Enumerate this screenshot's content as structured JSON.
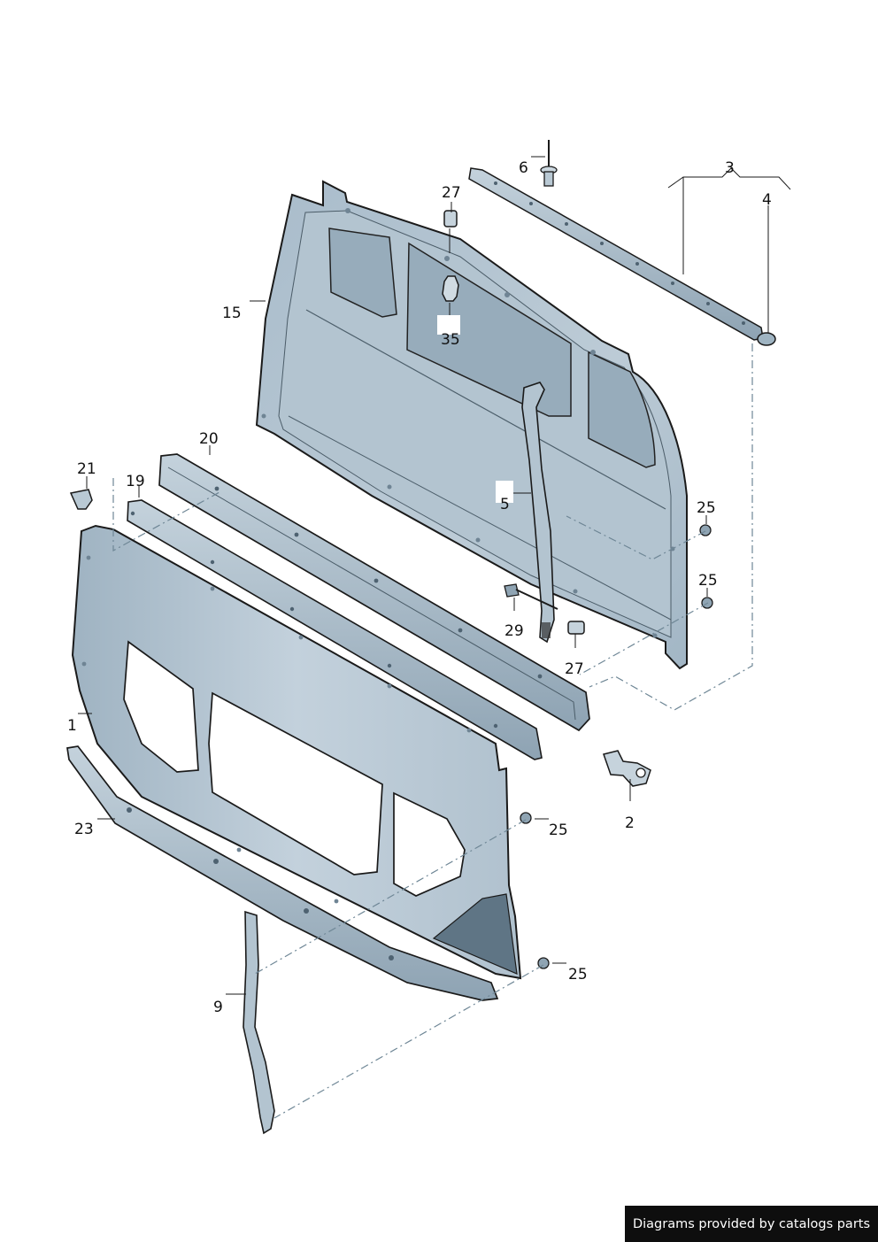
{
  "diagram": {
    "parts": {
      "p1": "1",
      "p2": "2",
      "p3": "3",
      "p4": "4",
      "p5": "5",
      "p6": "6",
      "p9": "9",
      "p15": "15",
      "p19": "19",
      "p20": "20",
      "p21": "21",
      "p23": "23",
      "p25a": "25",
      "p25b": "25",
      "p25c": "25",
      "p25d": "25",
      "p27a": "27",
      "p27b": "27",
      "p29": "29",
      "p35": "35"
    },
    "colors": {
      "panel_fill": "#b9c9d4",
      "panel_dark": "#8fa4b3",
      "window": "#9bb0bf",
      "outline": "#1a1a1a",
      "leader": "#6f8796"
    }
  },
  "footer": {
    "text": "Diagrams provided by catalogs parts"
  }
}
